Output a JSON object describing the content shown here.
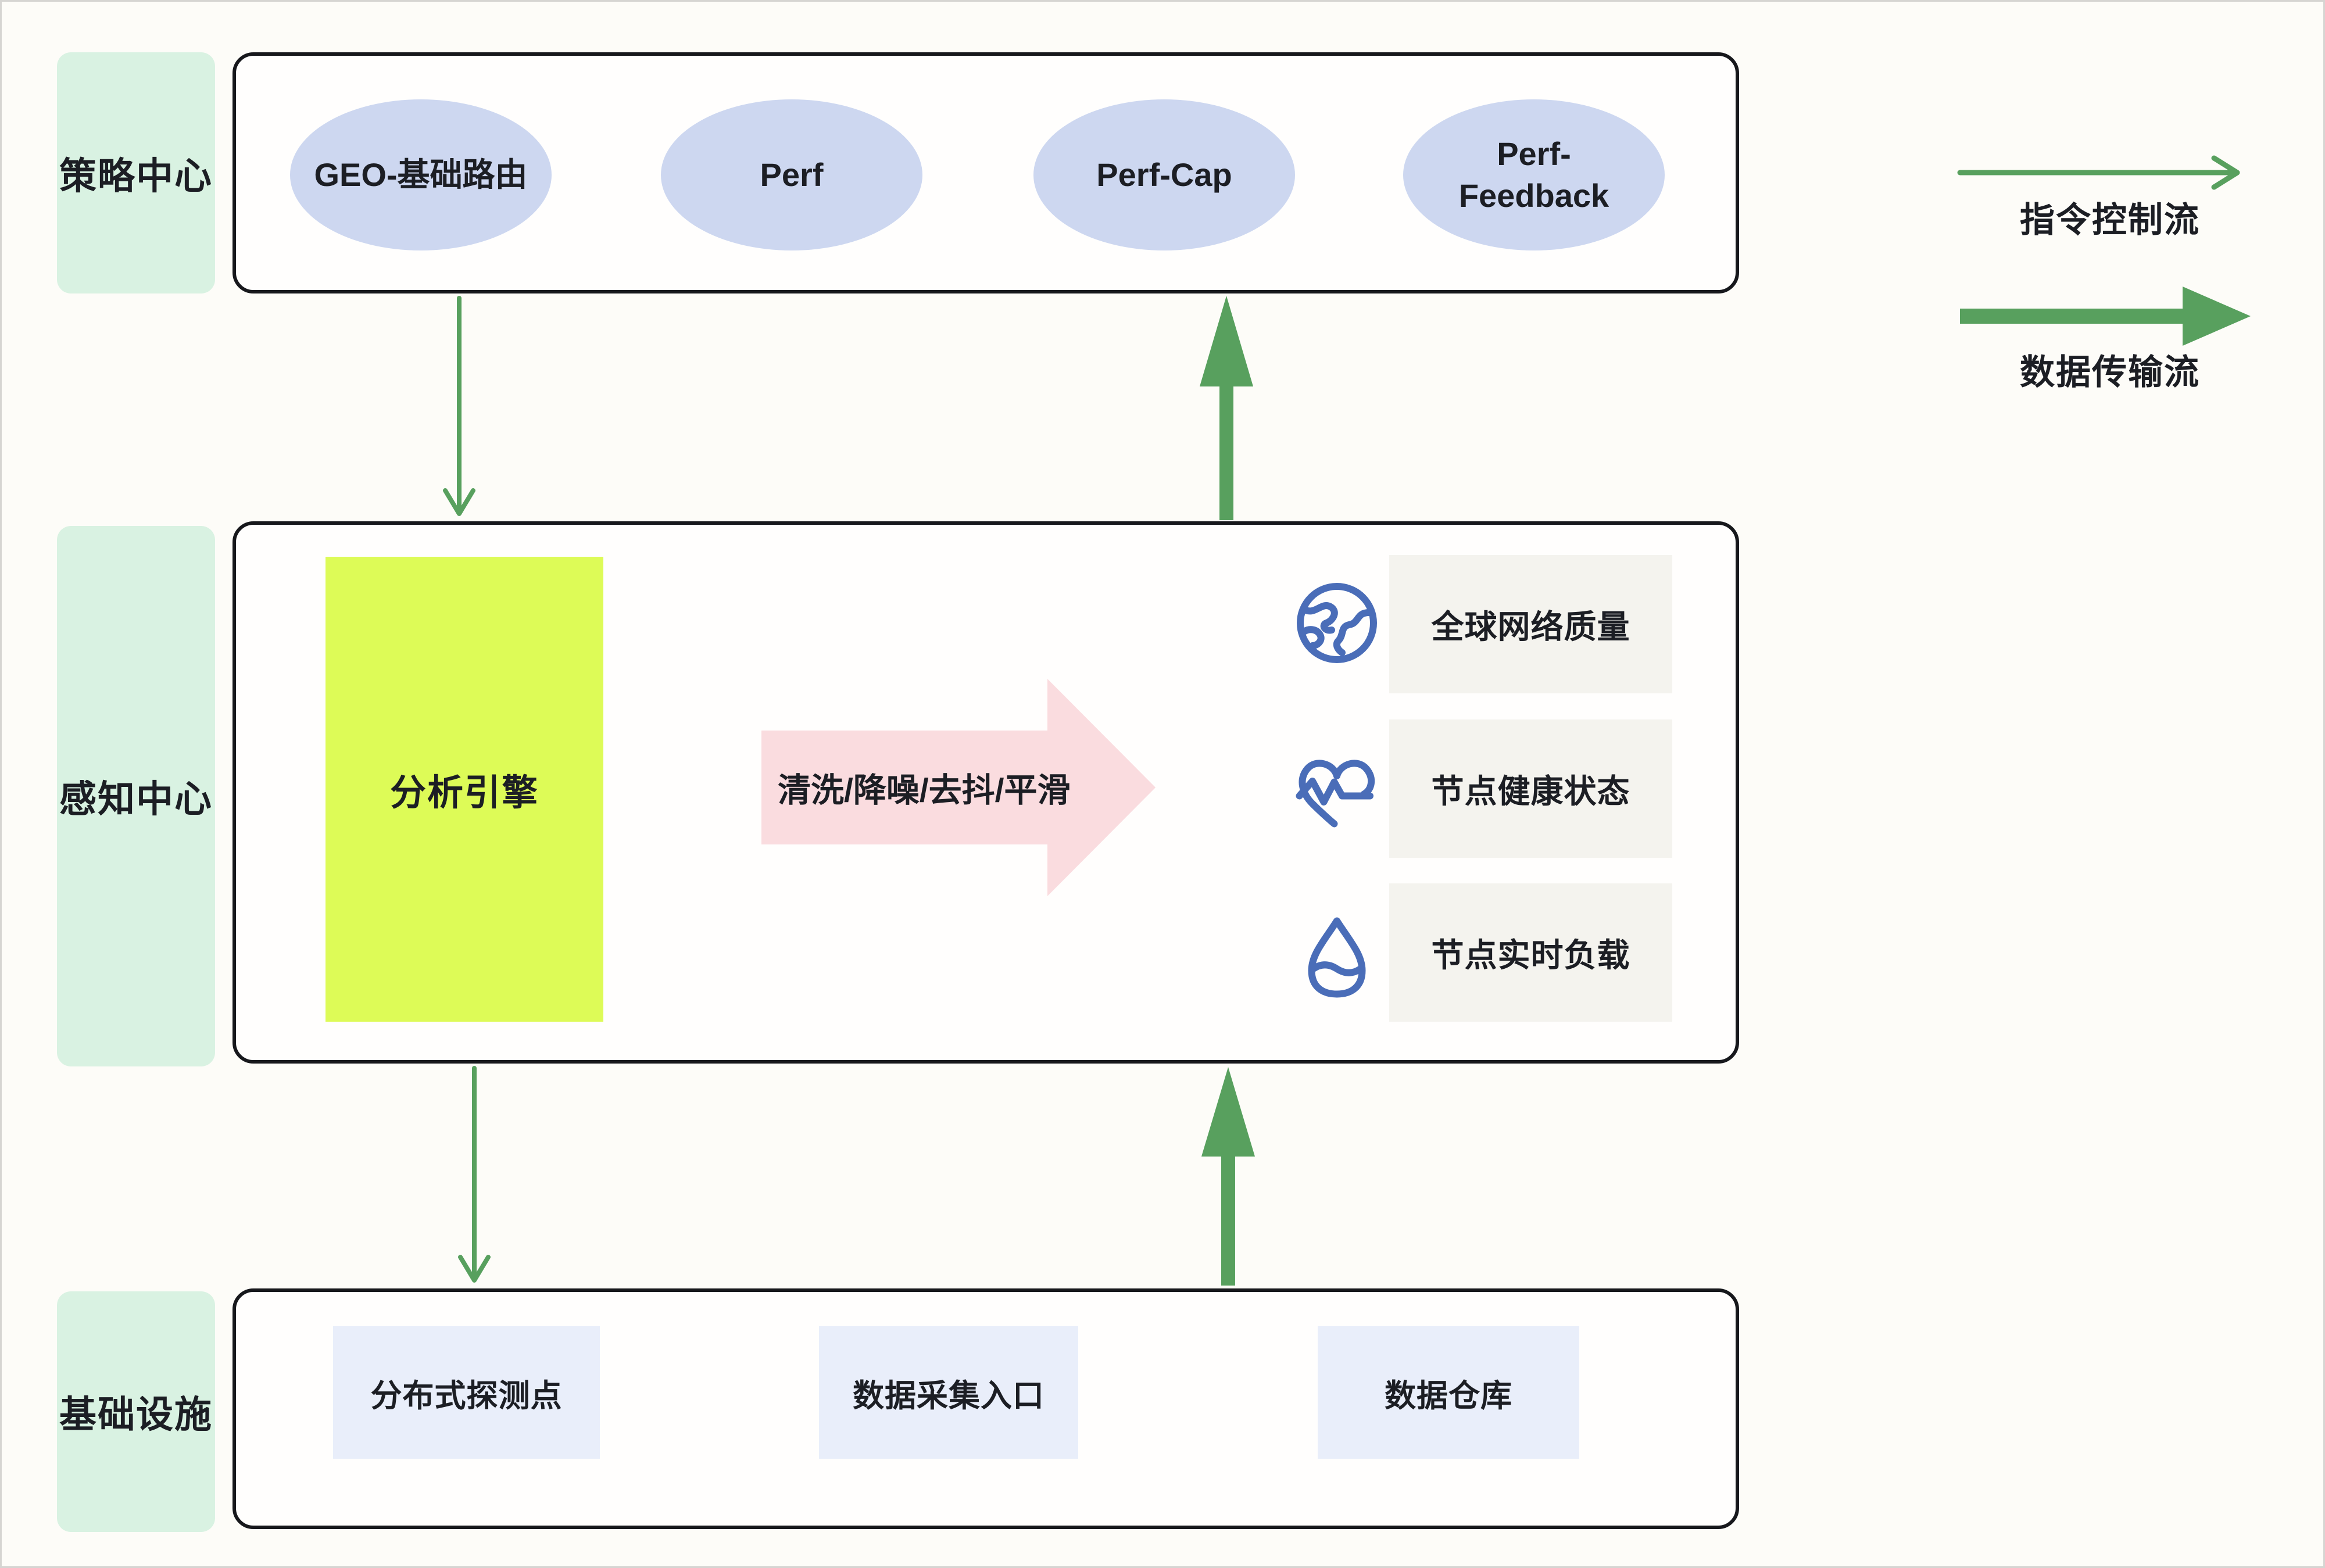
{
  "legend": {
    "control_flow_label": "指令控制流",
    "data_flow_label": "数据传输流"
  },
  "strategy_layer": {
    "label": "策略中心",
    "nodes": [
      "GEO-基础路由",
      "Perf",
      "Perf-Cap",
      "Perf-Feedback"
    ]
  },
  "perception_layer": {
    "label": "感知中心",
    "engine_label": "分析引擎",
    "process_label": "清洗/降噪/去抖/平滑",
    "metrics": [
      {
        "icon": "globe-icon",
        "label": "全球网络质量"
      },
      {
        "icon": "heart-pulse-icon",
        "label": "节点健康状态"
      },
      {
        "icon": "water-drop-icon",
        "label": "节点实时负载"
      }
    ]
  },
  "infrastructure_layer": {
    "label": "基础设施",
    "nodes": [
      "分布式探测点",
      "数据采集入口",
      "数据仓库"
    ]
  },
  "colors": {
    "layer_label_bg": "#d9f2e2",
    "strategy_node_bg": "#cdd7f0",
    "engine_bg": "#ddfb57",
    "process_arrow_bg": "#fadcdf",
    "metric_label_bg": "#f4f3ee",
    "infra_node_bg": "#e9eefa",
    "flow_arrow_green": "#58a05e",
    "icon_blue": "#4a6db8",
    "box_border": "#17181c"
  }
}
